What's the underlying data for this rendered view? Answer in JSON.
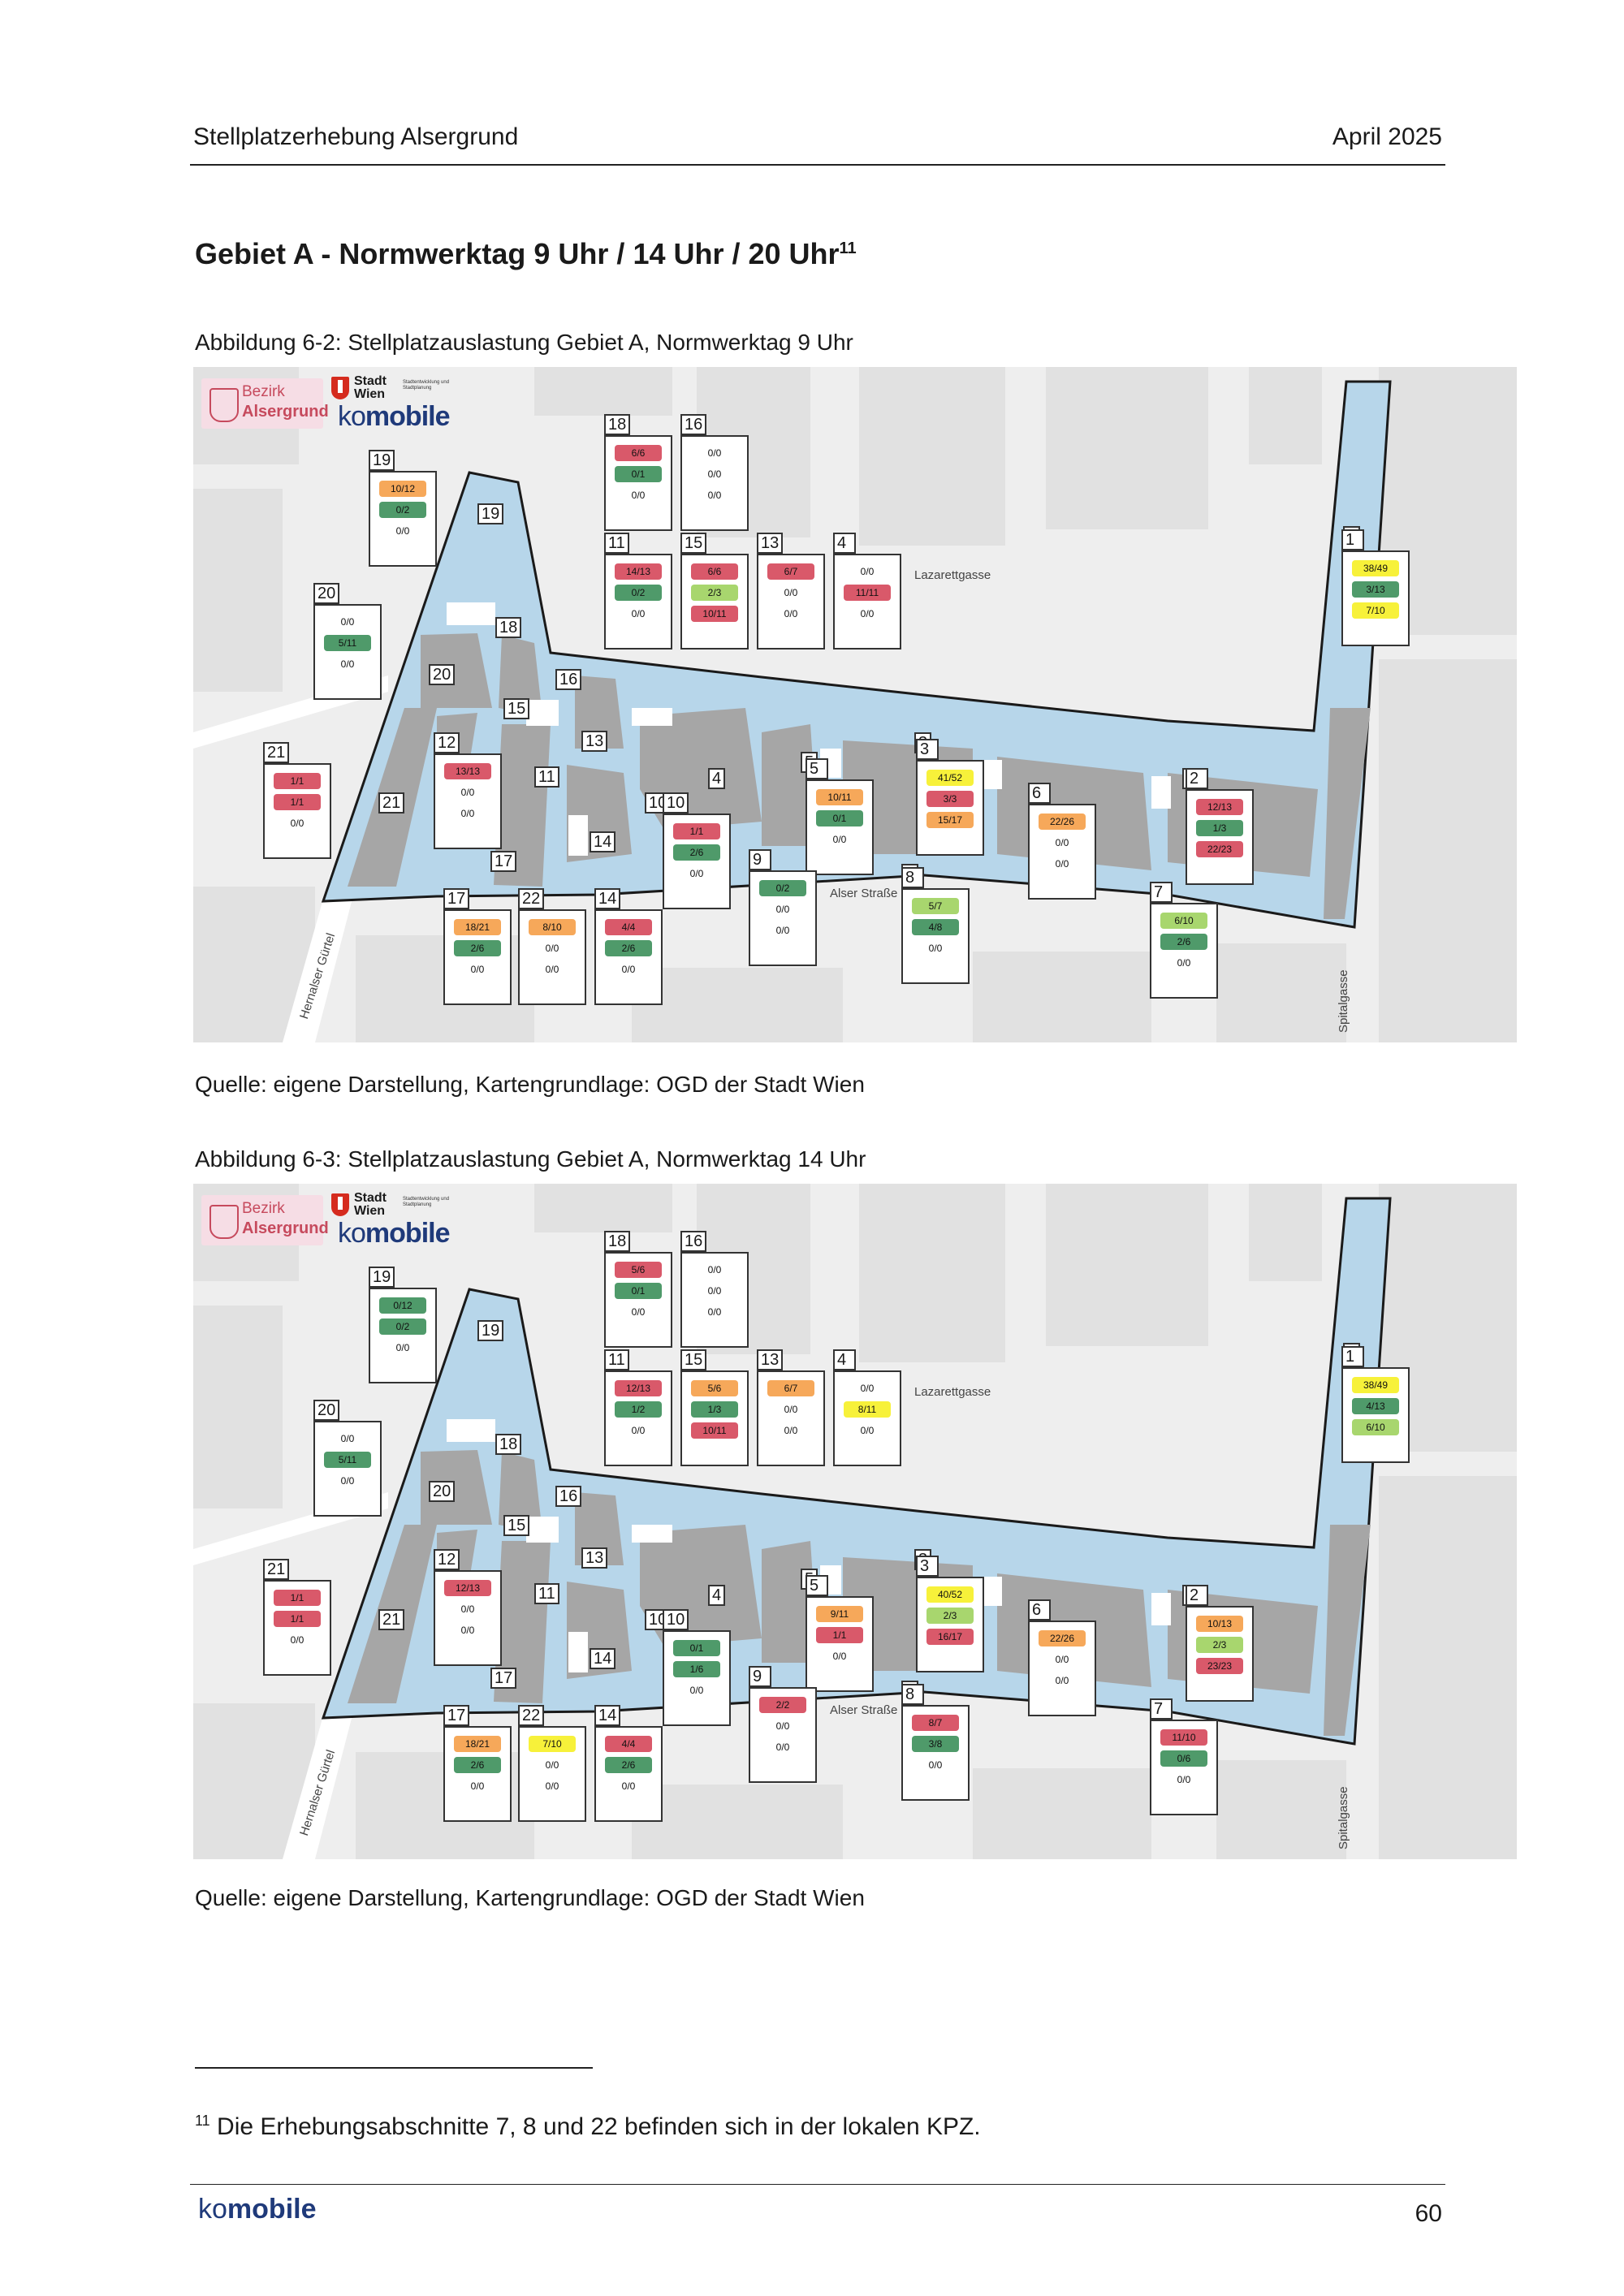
{
  "header": {
    "title": "Stellplatzerhebung Alsergrund",
    "date": "April 2025"
  },
  "section": {
    "title": "Gebiet A - Normwerktag 9 Uhr / 14 Uhr / 20 Uhr",
    "footnote_ref": "11"
  },
  "figures": [
    {
      "caption": "Abbildung 6-2: Stellplatzauslastung Gebiet A, Normwerktag 9 Uhr",
      "source": "Quelle: eigene Darstellung, Kartengrundlage: OGD der Stadt Wien",
      "boxes": [
        {
          "id": "19",
          "v": [
            [
              "10/12",
              "orange"
            ],
            [
              "0/2",
              "green"
            ],
            [
              "0/0",
              "none"
            ]
          ]
        },
        {
          "id": "18",
          "v": [
            [
              "6/6",
              "red"
            ],
            [
              "0/1",
              "green"
            ],
            [
              "0/0",
              "none"
            ]
          ]
        },
        {
          "id": "16",
          "v": [
            [
              "0/0",
              "none"
            ],
            [
              "0/0",
              "none"
            ],
            [
              "0/0",
              "none"
            ]
          ]
        },
        {
          "id": "20",
          "v": [
            [
              "0/0",
              "none"
            ],
            [
              "5/11",
              "green"
            ],
            [
              "0/0",
              "none"
            ]
          ]
        },
        {
          "id": "11",
          "v": [
            [
              "14/13",
              "red"
            ],
            [
              "0/2",
              "green"
            ],
            [
              "0/0",
              "none"
            ]
          ]
        },
        {
          "id": "15",
          "v": [
            [
              "6/6",
              "red"
            ],
            [
              "2/3",
              "lightgreen"
            ],
            [
              "10/11",
              "red"
            ]
          ]
        },
        {
          "id": "13",
          "v": [
            [
              "6/7",
              "red"
            ],
            [
              "0/0",
              "none"
            ],
            [
              "0/0",
              "none"
            ]
          ]
        },
        {
          "id": "4",
          "v": [
            [
              "0/0",
              "none"
            ],
            [
              "11/11",
              "red"
            ],
            [
              "0/0",
              "none"
            ]
          ]
        },
        {
          "id": "1",
          "v": [
            [
              "38/49",
              "yellow"
            ],
            [
              "3/13",
              "green"
            ],
            [
              "7/10",
              "yellow"
            ]
          ]
        },
        {
          "id": "21",
          "v": [
            [
              "1/1",
              "red"
            ],
            [
              "1/1",
              "red"
            ],
            [
              "0/0",
              "none"
            ]
          ]
        },
        {
          "id": "12",
          "v": [
            [
              "13/13",
              "red"
            ],
            [
              "0/0",
              "none"
            ],
            [
              "0/0",
              "none"
            ]
          ]
        },
        {
          "id": "10",
          "v": [
            [
              "1/1",
              "red"
            ],
            [
              "2/6",
              "green"
            ],
            [
              "0/0",
              "none"
            ]
          ]
        },
        {
          "id": "5",
          "v": [
            [
              "10/11",
              "orange"
            ],
            [
              "0/1",
              "green"
            ],
            [
              "0/0",
              "none"
            ]
          ]
        },
        {
          "id": "3",
          "v": [
            [
              "41/52",
              "yellow"
            ],
            [
              "3/3",
              "red"
            ],
            [
              "15/17",
              "orange"
            ]
          ]
        },
        {
          "id": "6",
          "v": [
            [
              "22/26",
              "orange"
            ],
            [
              "0/0",
              "none"
            ],
            [
              "0/0",
              "none"
            ]
          ]
        },
        {
          "id": "2",
          "v": [
            [
              "12/13",
              "red"
            ],
            [
              "1/3",
              "green"
            ],
            [
              "22/23",
              "red"
            ]
          ]
        },
        {
          "id": "9",
          "v": [
            [
              "0/2",
              "green"
            ],
            [
              "0/0",
              "none"
            ],
            [
              "0/0",
              "none"
            ]
          ]
        },
        {
          "id": "8",
          "v": [
            [
              "5/7",
              "lightgreen"
            ],
            [
              "4/8",
              "green"
            ],
            [
              "0/0",
              "none"
            ]
          ]
        },
        {
          "id": "17",
          "v": [
            [
              "18/21",
              "orange"
            ],
            [
              "2/6",
              "green"
            ],
            [
              "0/0",
              "none"
            ]
          ]
        },
        {
          "id": "22",
          "v": [
            [
              "8/10",
              "orange"
            ],
            [
              "0/0",
              "none"
            ],
            [
              "0/0",
              "none"
            ]
          ]
        },
        {
          "id": "14",
          "v": [
            [
              "4/4",
              "red"
            ],
            [
              "2/6",
              "green"
            ],
            [
              "0/0",
              "none"
            ]
          ]
        },
        {
          "id": "7",
          "v": [
            [
              "6/10",
              "lightgreen"
            ],
            [
              "2/6",
              "green"
            ],
            [
              "0/0",
              "none"
            ]
          ]
        }
      ]
    },
    {
      "caption": "Abbildung 6-3: Stellplatzauslastung Gebiet A, Normwerktag 14 Uhr",
      "source": "Quelle: eigene Darstellung, Kartengrundlage: OGD der Stadt Wien",
      "boxes": [
        {
          "id": "19",
          "v": [
            [
              "0/12",
              "green"
            ],
            [
              "0/2",
              "green"
            ],
            [
              "0/0",
              "none"
            ]
          ]
        },
        {
          "id": "18",
          "v": [
            [
              "5/6",
              "red"
            ],
            [
              "0/1",
              "green"
            ],
            [
              "0/0",
              "none"
            ]
          ]
        },
        {
          "id": "16",
          "v": [
            [
              "0/0",
              "none"
            ],
            [
              "0/0",
              "none"
            ],
            [
              "0/0",
              "none"
            ]
          ]
        },
        {
          "id": "20",
          "v": [
            [
              "0/0",
              "none"
            ],
            [
              "5/11",
              "green"
            ],
            [
              "0/0",
              "none"
            ]
          ]
        },
        {
          "id": "11",
          "v": [
            [
              "12/13",
              "red"
            ],
            [
              "1/2",
              "green"
            ],
            [
              "0/0",
              "none"
            ]
          ]
        },
        {
          "id": "15",
          "v": [
            [
              "5/6",
              "orange"
            ],
            [
              "1/3",
              "green"
            ],
            [
              "10/11",
              "red"
            ]
          ]
        },
        {
          "id": "13",
          "v": [
            [
              "6/7",
              "orange"
            ],
            [
              "0/0",
              "none"
            ],
            [
              "0/0",
              "none"
            ]
          ]
        },
        {
          "id": "4",
          "v": [
            [
              "0/0",
              "none"
            ],
            [
              "8/11",
              "yellow"
            ],
            [
              "0/0",
              "none"
            ]
          ]
        },
        {
          "id": "1",
          "v": [
            [
              "38/49",
              "yellow"
            ],
            [
              "4/13",
              "green"
            ],
            [
              "6/10",
              "lightgreen"
            ]
          ]
        },
        {
          "id": "21",
          "v": [
            [
              "1/1",
              "red"
            ],
            [
              "1/1",
              "red"
            ],
            [
              "0/0",
              "none"
            ]
          ]
        },
        {
          "id": "12",
          "v": [
            [
              "12/13",
              "red"
            ],
            [
              "0/0",
              "none"
            ],
            [
              "0/0",
              "none"
            ]
          ]
        },
        {
          "id": "10",
          "v": [
            [
              "0/1",
              "green"
            ],
            [
              "1/6",
              "green"
            ],
            [
              "0/0",
              "none"
            ]
          ]
        },
        {
          "id": "5",
          "v": [
            [
              "9/11",
              "orange"
            ],
            [
              "1/1",
              "red"
            ],
            [
              "0/0",
              "none"
            ]
          ]
        },
        {
          "id": "3",
          "v": [
            [
              "40/52",
              "yellow"
            ],
            [
              "2/3",
              "lightgreen"
            ],
            [
              "16/17",
              "red"
            ]
          ]
        },
        {
          "id": "6",
          "v": [
            [
              "22/26",
              "orange"
            ],
            [
              "0/0",
              "none"
            ],
            [
              "0/0",
              "none"
            ]
          ]
        },
        {
          "id": "2",
          "v": [
            [
              "10/13",
              "orange"
            ],
            [
              "2/3",
              "lightgreen"
            ],
            [
              "23/23",
              "red"
            ]
          ]
        },
        {
          "id": "9",
          "v": [
            [
              "2/2",
              "red"
            ],
            [
              "0/0",
              "none"
            ],
            [
              "0/0",
              "none"
            ]
          ]
        },
        {
          "id": "8",
          "v": [
            [
              "8/7",
              "red"
            ],
            [
              "3/8",
              "green"
            ],
            [
              "0/0",
              "none"
            ]
          ]
        },
        {
          "id": "17",
          "v": [
            [
              "18/21",
              "orange"
            ],
            [
              "2/6",
              "green"
            ],
            [
              "0/0",
              "none"
            ]
          ]
        },
        {
          "id": "22",
          "v": [
            [
              "7/10",
              "yellow"
            ],
            [
              "0/0",
              "none"
            ],
            [
              "0/0",
              "none"
            ]
          ]
        },
        {
          "id": "14",
          "v": [
            [
              "4/4",
              "red"
            ],
            [
              "2/6",
              "green"
            ],
            [
              "0/0",
              "none"
            ]
          ]
        },
        {
          "id": "7",
          "v": [
            [
              "11/10",
              "red"
            ],
            [
              "0/6",
              "green"
            ],
            [
              "0/0",
              "none"
            ]
          ]
        }
      ]
    }
  ],
  "map": {
    "logo_bezirk_line1": "Bezirk",
    "logo_bezirk_line2": "Alsergrund",
    "logo_stadt": "Stadt",
    "logo_wien": "Wien",
    "logo_stadt_sub": "Stadtentwicklung und Stadtplanung",
    "logo_ko": "ko",
    "logo_mobile": "mobile",
    "streets": {
      "lazarett": "Lazarettgasse",
      "alser": "Alser Straße",
      "guertel": "Hernalser Gürtel",
      "spital": "Spitalgasse"
    },
    "section_labels": [
      "19",
      "18",
      "16",
      "20",
      "15",
      "13",
      "12",
      "11",
      "21",
      "17",
      "22",
      "14",
      "10",
      "9",
      "4",
      "5",
      "3",
      "8",
      "6",
      "2",
      "7",
      "1"
    ]
  },
  "colors": {
    "red": "#d9596a",
    "orange": "#f6a85a",
    "yellow": "#f7f13a",
    "lightgreen": "#a8d66e",
    "green": "#4f9a6a",
    "street": "#b7d6ea",
    "block": "#a6a6a6"
  },
  "footnote": {
    "number": "11",
    "text": "Die Erhebungsabschnitte 7, 8 und 22 befinden sich in der lokalen KPZ."
  },
  "footer": {
    "brand_ko": "ko",
    "brand_mobile": "mobile",
    "page": "60"
  }
}
